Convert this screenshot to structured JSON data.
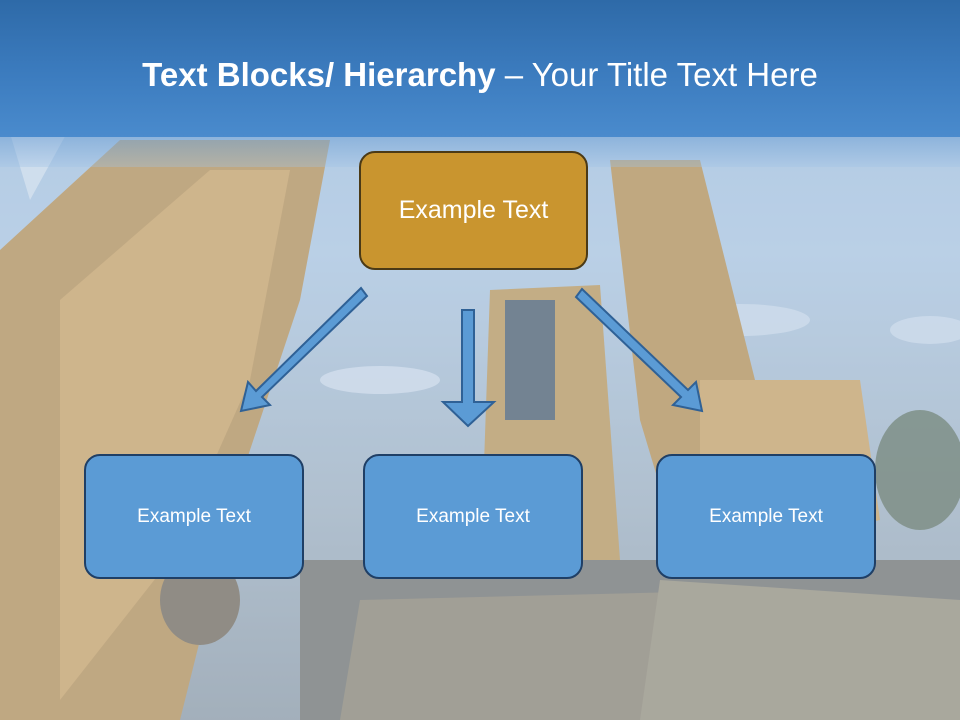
{
  "slide": {
    "title_bold": "Text Blocks/ Hierarchy",
    "title_dash": "–",
    "title_rest": "Your Title Text Here",
    "top_box": "Example Text",
    "child_boxes": [
      "Example Text",
      "Example Text",
      "Example Text"
    ]
  },
  "colors": {
    "title_bar": "#3c7cbf",
    "top_box_fill": "#c9952f",
    "child_box_fill": "#5b9bd5",
    "arrow_fill": "#5b9bd5"
  }
}
